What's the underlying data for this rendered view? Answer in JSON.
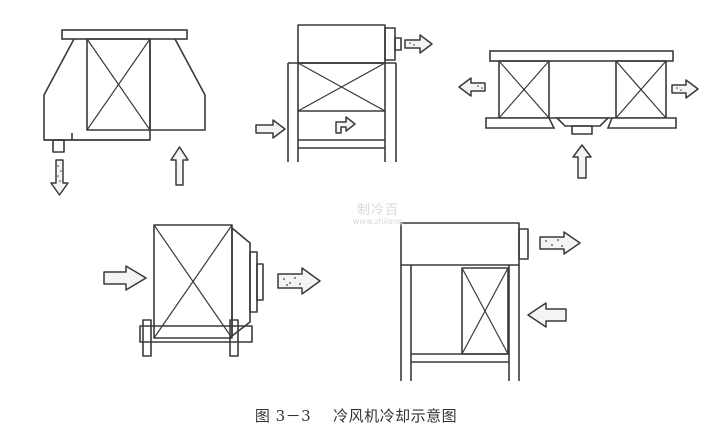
{
  "figure": {
    "number": "图 3－3",
    "title": "冷风机冷却示意图"
  },
  "watermark": {
    "main": "制冷百",
    "sub": "www.zhileng"
  },
  "units": [
    {
      "id": "ceiling-splay",
      "airflow": [
        "down-out",
        "up-in"
      ]
    },
    {
      "id": "ceiling-box",
      "airflow": [
        "right-out",
        "right-in",
        "up-in"
      ]
    },
    {
      "id": "twin-coil",
      "airflow": [
        "left-out",
        "right-out",
        "up-in"
      ]
    },
    {
      "id": "floor-horizontal",
      "airflow": [
        "right-in",
        "right-out"
      ]
    },
    {
      "id": "floor-frame",
      "airflow": [
        "right-out",
        "left-in"
      ]
    }
  ],
  "colors": {
    "line": "#3a3a3a",
    "arrow_fill": "#f4f4f4",
    "watermark": "#d9d9d9",
    "caption": "#333333"
  }
}
